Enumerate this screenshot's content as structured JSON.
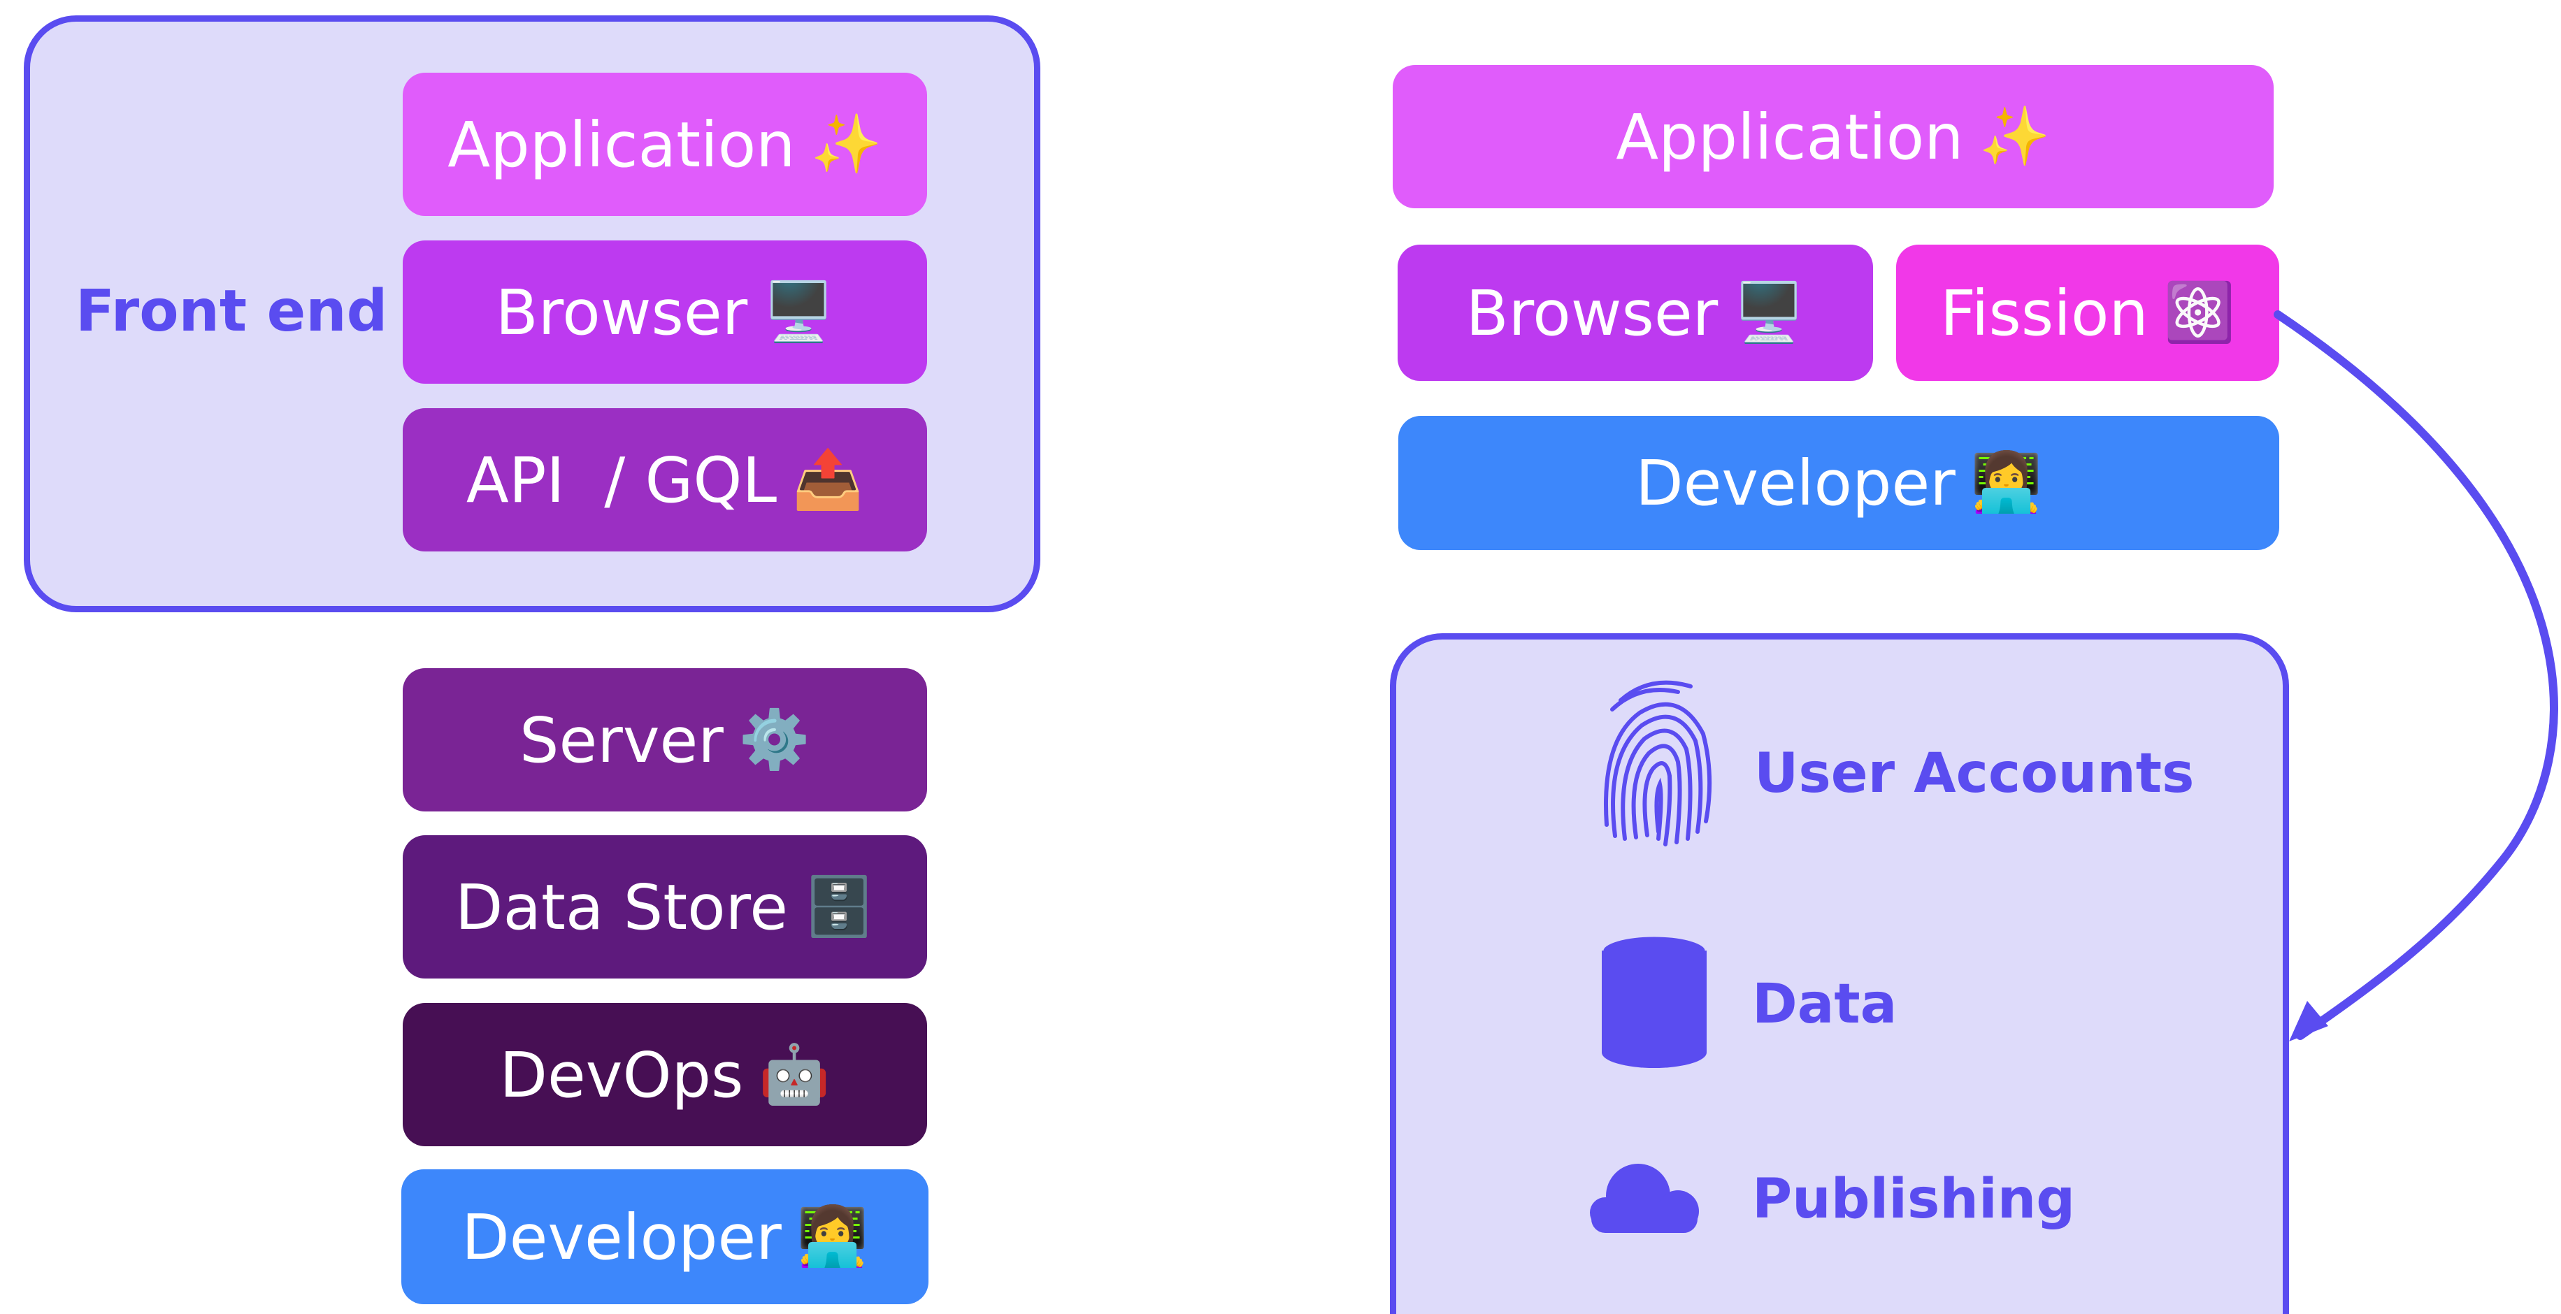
{
  "colors": {
    "panel_border": "#5a4cf0",
    "panel_fill": "#dedbfa",
    "application": "#e05cfb",
    "browser": "#bd3af0",
    "api": "#9b2fc3",
    "server": "#7a2495",
    "data_store": "#5e1a7d",
    "devops": "#470f54",
    "developer": "#3d87fb",
    "fission": "#f138e8",
    "accent_text": "#5a4cf0"
  },
  "left": {
    "group_label": "Front end",
    "layers": [
      {
        "label": "Application",
        "icon": "sparkles-icon",
        "glyph": "✨"
      },
      {
        "label": "Browser",
        "icon": "desktop-computer-icon",
        "glyph": "🖥️"
      },
      {
        "label": "API  / GQL",
        "icon": "outbox-tray-icon",
        "glyph": "📤"
      },
      {
        "label": "Server",
        "icon": "gear-icon",
        "glyph": "⚙️"
      },
      {
        "label": "Data Store",
        "icon": "file-cabinet-icon",
        "glyph": "🗄️"
      },
      {
        "label": "DevOps",
        "icon": "robot-icon",
        "glyph": "🤖"
      },
      {
        "label": "Developer",
        "icon": "technologist-icon",
        "glyph": "👩‍💻"
      }
    ]
  },
  "right": {
    "layers": [
      {
        "label": "Application",
        "icon": "sparkles-icon",
        "glyph": "✨"
      },
      {
        "label": "Browser",
        "icon": "desktop-computer-icon",
        "glyph": "🖥️"
      },
      {
        "label": "Fission",
        "icon": "atom-symbol-icon",
        "glyph": "⚛️"
      },
      {
        "label": "Developer",
        "icon": "technologist-icon",
        "glyph": "👩‍💻"
      }
    ],
    "features": [
      {
        "label": "User Accounts",
        "icon": "fingerprint-icon"
      },
      {
        "label": "Data",
        "icon": "database-cylinder-icon"
      },
      {
        "label": "Publishing",
        "icon": "cloud-icon"
      }
    ]
  }
}
